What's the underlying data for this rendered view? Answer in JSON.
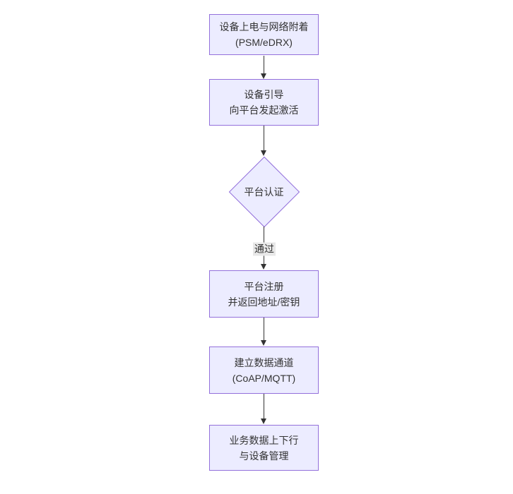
{
  "diagram": {
    "type": "flowchart-vertical",
    "colors": {
      "background": "#ffffff",
      "node_fill": "#ECECFF",
      "node_border": "#9370DB",
      "text": "#333333",
      "arrow": "#333333",
      "edge_label_bg": "#e8e8e8"
    },
    "nodes": [
      {
        "id": "A",
        "shape": "rect",
        "lines": [
          "设备上电与网络附着",
          "(PSM/eDRX)"
        ]
      },
      {
        "id": "B",
        "shape": "rect",
        "lines": [
          "设备引导",
          "向平台发起激活"
        ]
      },
      {
        "id": "C",
        "shape": "diamond",
        "lines": [
          "平台认证"
        ]
      },
      {
        "id": "D",
        "shape": "rect",
        "lines": [
          "平台注册",
          "并返回地址/密钥"
        ]
      },
      {
        "id": "E",
        "shape": "rect",
        "lines": [
          "建立数据通道",
          "(CoAP/MQTT)"
        ]
      },
      {
        "id": "F",
        "shape": "rect",
        "lines": [
          "业务数据上下行",
          "与设备管理"
        ]
      }
    ],
    "edges": [
      {
        "from": "A",
        "to": "B",
        "label": ""
      },
      {
        "from": "B",
        "to": "C",
        "label": ""
      },
      {
        "from": "C",
        "to": "D",
        "label": "通过"
      },
      {
        "from": "D",
        "to": "E",
        "label": ""
      },
      {
        "from": "E",
        "to": "F",
        "label": ""
      }
    ]
  }
}
